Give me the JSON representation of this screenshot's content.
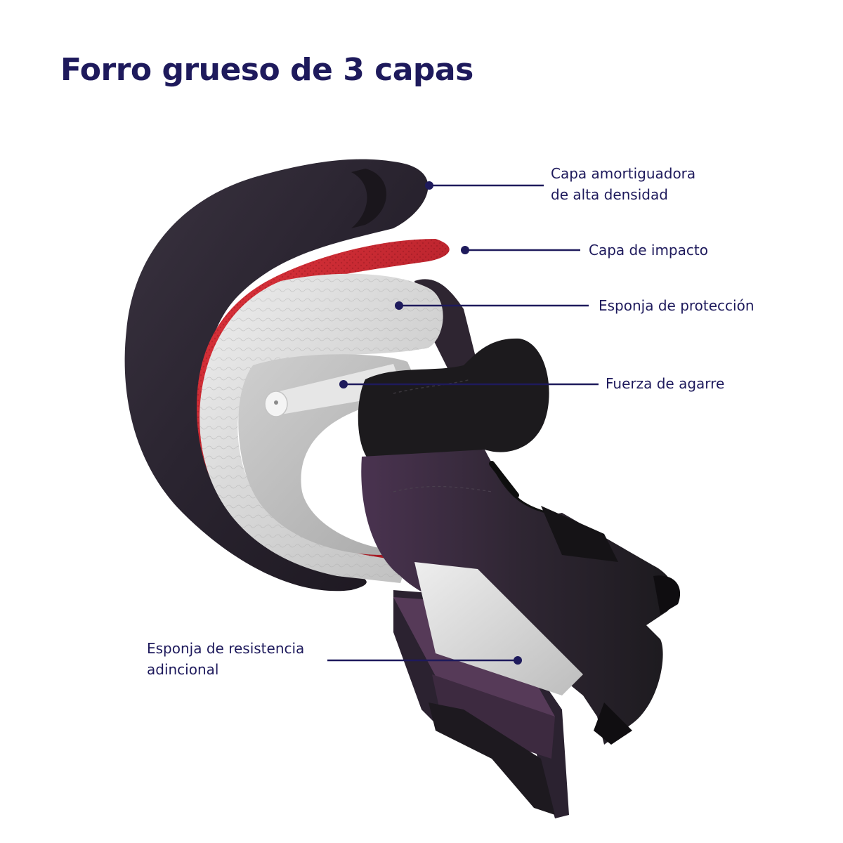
{
  "title": "Forro grueso de 3 capas",
  "colors": {
    "title": "#1e1a5c",
    "callout_line": "#1e1a5c",
    "glove_dark": "#2a2430",
    "glove_purple": "#4a2f4c",
    "impact_red": "#c8202c",
    "foam_light": "#dcdcdc",
    "background": "#ffffff"
  },
  "callouts": [
    {
      "id": "cushion",
      "lines": [
        "Capa amortiguadora",
        "de alta densidad"
      ]
    },
    {
      "id": "impact",
      "lines": [
        "Capa de impacto"
      ]
    },
    {
      "id": "foam",
      "lines": [
        "Esponja de protección"
      ]
    },
    {
      "id": "grip",
      "lines": [
        "Fuerza de agarre"
      ]
    },
    {
      "id": "resistance",
      "lines": [
        "Esponja de resistencia",
        "adincional"
      ]
    }
  ]
}
